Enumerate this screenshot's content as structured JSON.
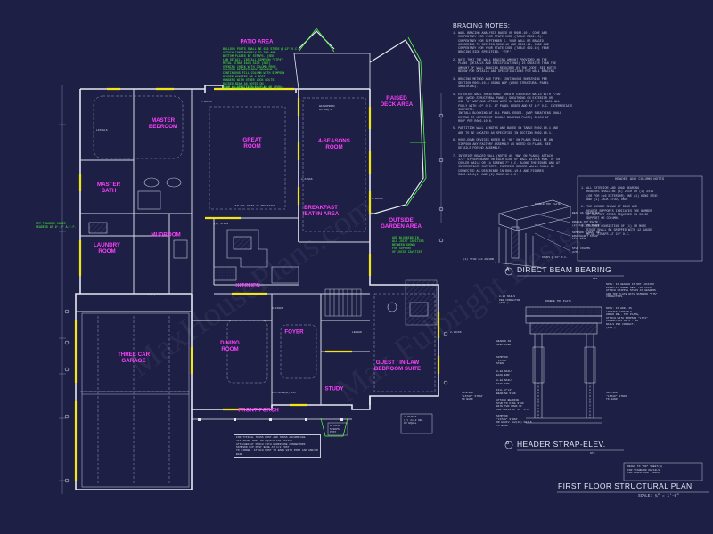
{
  "plan": {
    "title": "FIRST FLOOR STRUCTURAL PLAN",
    "scale": "SCALE: ¼\" = 1'-0\""
  },
  "rooms": {
    "patio": "PATIO AREA",
    "master_bedroom": "MASTER\nBEDROOM",
    "master_bath": "MASTER\nBATH",
    "great_room": "GREAT\nROOM",
    "four_seasons": "4-SEASONS\nROOM",
    "raised_deck": "RAISED\nDECK AREA",
    "laundry": "LAUNDRY\nROOM",
    "mudroom": "MUDROOM",
    "kitchen": "KITCHEN",
    "breakfast": "BREAKFAST\n/EAT-IN AREA",
    "outside_garden": "OUTSIDE\nGARDEN AREA",
    "garage": "THREE CAR\nGARAGE",
    "dining": "DINING\nROOM",
    "foyer": "FOYER",
    "guest_suite": "GUEST / IN-LAW\nBEDROOM SUITE",
    "study": "STUDY",
    "front_porch": "FRONT PORCH"
  },
  "notes": {
    "bracing_title": "BRACING NOTES:",
    "bracing_text": "1. WALL BRACING ANALYSIS BASED ON R602.10 - CODE AND\n   COMPENTARY FOR YOUR STATE CODE (TABLE R602.10).\n   COMPENTARY FOR SEPTEMBER I. YOUR WALL BE BRACED\n   ACCORDING TO SECTION R602.10 AND R602.11. CODE AND\n   COMPENTARY FOR YOUR STATE CODE (TABLE 602.10) YEAR\n   BRACING SIDE SPECIFIED, 'TYP'.\n\n2. NOTE THAT THE WALL BRACING AMOUNT PROVIDED ON THE\n   PLANS (DETAILS AND SPECIFICATIONS) IS GREATER THAN THE\n   AMOUNT OF WALL BRACING REQUIRED BY THE CODE. SEE NOTES\n   BELOW FOR DETAILS AND SPECIFICATIONS FOR WALL BRACING.\n\n3. BRACING METHOD AND TYPE: CONTINUOUS SHEATHING PER\n   SECTION R602.10.4 USING WSP (WOOD STRUCTURAL PANEL\n   SHEATHING).\n\n4. EXTERIOR WALL SHEATHING: SHEATH EXTERIOR WALLS WITH 7/16\"\n   WSP (WOOD STRUCTURAL PANEL) SHEATHING ON EXTERIOR OR\n   USE 'Ø' WSP AND ATTACH WITH 8d NAILS AT 6\" O.C. NAIL ALL\n   FULLY WITH 10\" O.C. AT PANEL EDGES AND AT 12\" O.C. INTERMEDIATE\n   SUPPORTS.\n   INSTALL BLOCKING AT ALL PANEL EDGES. (WSP SHEATHING SHALL\n   EXTEND TO UPPERMOST DOUBLE BEARING PLATE) BLOCK AT\n   ROOF PER R602.10.8.\n\n5. PARTITION WALL LENGTHS AND BASED ON TABLE R602.10.1 AND\n   ARE TO BE LOCATED AS SPECIFIED IN SECTION R602.10.1.\n\n6. HOLD-DOWN DEVICES NOTED AS 'HD' ON PLANS SHALL BE AN\n   SIMPSON ANY FACTORY ASSEMBLY AS NOTED ON PLANS. SEE\n   DETAILS FOR HD ASSEMBLY.\n\n7. INTERIOR BRACED WALL (NOTED AS 'BW' ON PLANS) ATTACH\n   1/2\" GYPSUM BOARD ON EACH SIDE OF WALL WITH A MIN. OF 5d\n   COOLER NAILS OR 1¼ SCREWS 7\" O.C. ALONG THE EDGES AND AT\n   INTERMEDIATE SUPPORTS. INTERIOR BRACED WALLS SHALL BE\n   CONNECTED AS DESCRIBED IN R602.10.8 AND FIGURES\n   R602.10.8(1) AND (2) R602.10.8.2.",
    "header_title": "HEADER AND COLUMN NOTES",
    "header_text": "1. ALL EXTERIOR AND LOAD BEARING\n   HEADERS SHALL BE (1) 2x10 OR (1) 2x12\n   (OR FOR 2x6 EXTERIOR) ONE (1) KING STUD\n   AND (1) JACK STUD, UNO.\n\n2. THE NUMBER SHOWN AT BEAM AND\n   HEADER SUPPORTS INDICATES THE NUMBER\n   OF SUPPORT STUDS REQUIRED IN SOLID\n   SUPPORT OR COLUMN.\n\n3. COLUMNS CONSISTING OF (1) OR MORE\n   STUDS SHALL BE GRIPPED WITH 12 GAUGE\n   METAL STRAPS AT 24\" O.C.",
    "refer_text": "REFER TO \"SD\" SHEET(S)\nFOR STANDARD DETAILS\nAND STRUCTURAL NOTES."
  },
  "details": {
    "a_label": "A",
    "a_title": "DIRECT BEAM BEARING",
    "a_scale": "NTS",
    "a_notes": [
      "BEAM AS SPECIFIED",
      "SIMPSON \"LSTA\" OR\nEQUIVALENT STRAP\nEACH SIDE",
      "DOUBLE TOP PLATE\n(2) 2x4 TOP PLATE",
      "STUD COLUMN\n3/PL.",
      "DOUBLE TOP PLATE",
      "STUDS @ 16\" O.C.",
      "(1) STUD 2x4 ANCHOR"
    ],
    "b_label": "B",
    "b_title": "HEADER STRAP-ELEV.",
    "b_scale": "NTS",
    "b_notes_right": "NOTE: IF HEADER IS NOT LOCATED\nDIRECTLY UNDER DBL. TOP PLATE\nATTACH CRIPPLE STUDS AT HEADERS\nAND TOP PLATE WITH SIMPSON \"MTS\"\nCONNECTORS.",
    "b_notes_right2": "NOTE: IF HDR. IS\nLOCATED DIRECTLY\nUNDER DBL. TOP PLATE,\nATTACH WITH SIMPSON \"LTP4\"\nCONNECTORS OR 2 - 8d\nNAILS PER CONNECT.\n(TYP.)",
    "b_notes_left": [
      "HEADER AS\nSPECIFIED",
      "SIMPSON\n\"LSTA9\"\nSTRAP",
      "8-8d NAILS\nEACH END",
      "8-8d NAILS\nEACH END",
      "FILL 2\"x4\"\nBEARING STUD",
      "ATTACH BEARING\nSTUD TO KING STUD\nWITH TWO ROWS OF\n16d NAILS AT 12\" O.C.",
      "SIMPSON\n\"LSTA9\" STRAP\nTO BAND",
      "SIMPSON\n\"LSTA9\" STRAP\nOR EQUIV. 8d(16) NAILS\nTO BAND"
    ],
    "b_note_strap_right": "SIMPSON\n\"LSTA9\" STRAP\nTO BAND",
    "b_dbl_plate": "DOUBLE TOP PLATE",
    "b_mts": "2-8d NAILS\nPER CONNECTOR\n(TYP.)"
  },
  "callouts": {
    "patio_note": "BULLDOG POSTS SHALL BE 6X6 STUDS @ 12\" O.C.\nATTACH CONTINUOUSLY TO TOP AND\nBOTTOM PLATES BY STRAPS. (SEE\nLAB DETAIL. INSTALL SIMPSON \"LTP4\"\nMETAL STRAP EACH SIDE (SEE)\nOPENING CHECK WITH COLUMN FROM\nCOLUMNS BETWEEN BEAM BEARING TO\nCONTINUOUS FILL COLUMN WITH SIMPSON\nHEADER HANGERS OR 4 POST\nHANGERS WITH OTHER LOCK BOLTS.\nRAISED BEAM AS NOTED ON\nBEAM AS SPECIFIED IN PLAN OF DECK",
    "set_header": "SET TRANSOM HEADER AT 8'-4\" A.F.F.",
    "set_header_left": "SET TRANSOM UNDER\nHEADERS AT 9'-0\" A.F.F.",
    "waterproof": "WATERPROOF\nAS REQ'D",
    "ceiling": "CEILING JOIST AS SPECIFIED",
    "garden_note": "ADD BLOCKING IN\nALL JOIST CAVITIES\nBETWEEN SHOWN\nFOR SUPPORT\nOF JOIST CAVITIES",
    "porch_note": "FOR TYPICAL TRUSS POST AND TRUSS ANCHOR/AGE\n2X4 TRUSS POST OR EQUIVALENT ATTACH\nATTACHED AT PORCH WITH HURRICANE CONNECTORS\nSIMPSON HCP POST BASE AT 1/2 POST\nTO GIRDER. ATTACH POST TO BAND WITH POST CAP AND/OR\nBASE",
    "small_box": "4 JOISTS\n(2) 2x12 DBL\nOR EQUAL",
    "stepbox": "ATTACH\nSTRAPS\nPOST",
    "labels": [
      "LINTELS",
      "2-JACKS",
      "2-KINGS",
      "1-JACKS",
      "(4) STUDS",
      "3-KINGS",
      "1-2x6(E) LVL",
      "1-7/8x9¼(E) LVL",
      "2-JACKS",
      "LEDGER"
    ]
  },
  "watermark": {
    "text1": "MaxHousePlans.com",
    "text2": "Max Fulbright Designs"
  },
  "colors": {
    "background": "#1d1f44",
    "walls": "#e8e8f0",
    "room_labels": "#ff40ff",
    "callouts": "#4cff3a",
    "headers": "#f2e61a"
  }
}
